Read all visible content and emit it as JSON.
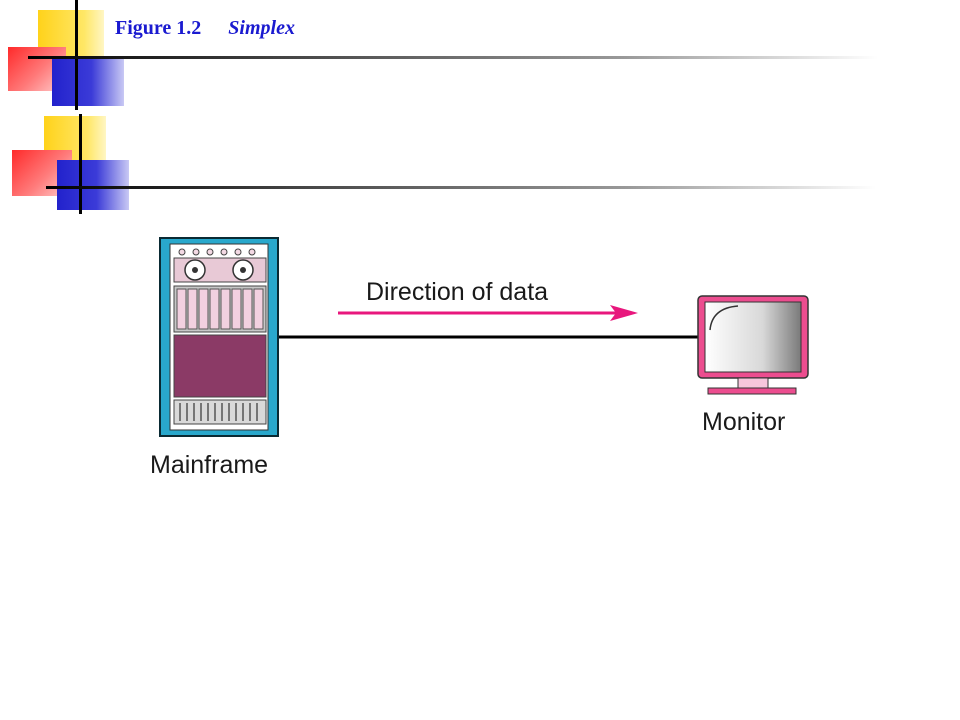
{
  "header": {
    "figure_number": "Figure 1.2",
    "figure_name": "Simplex"
  },
  "diagram": {
    "arrow_label": "Direction of data",
    "source_label": "Mainframe",
    "target_label": "Monitor"
  },
  "colors": {
    "title_blue": "#1a1ad0",
    "arrow_magenta": "#e8177d",
    "mainframe_frame": "#29a8cc",
    "mainframe_panel": "#8b3a66",
    "monitor_pink": "#ec4d8f"
  }
}
